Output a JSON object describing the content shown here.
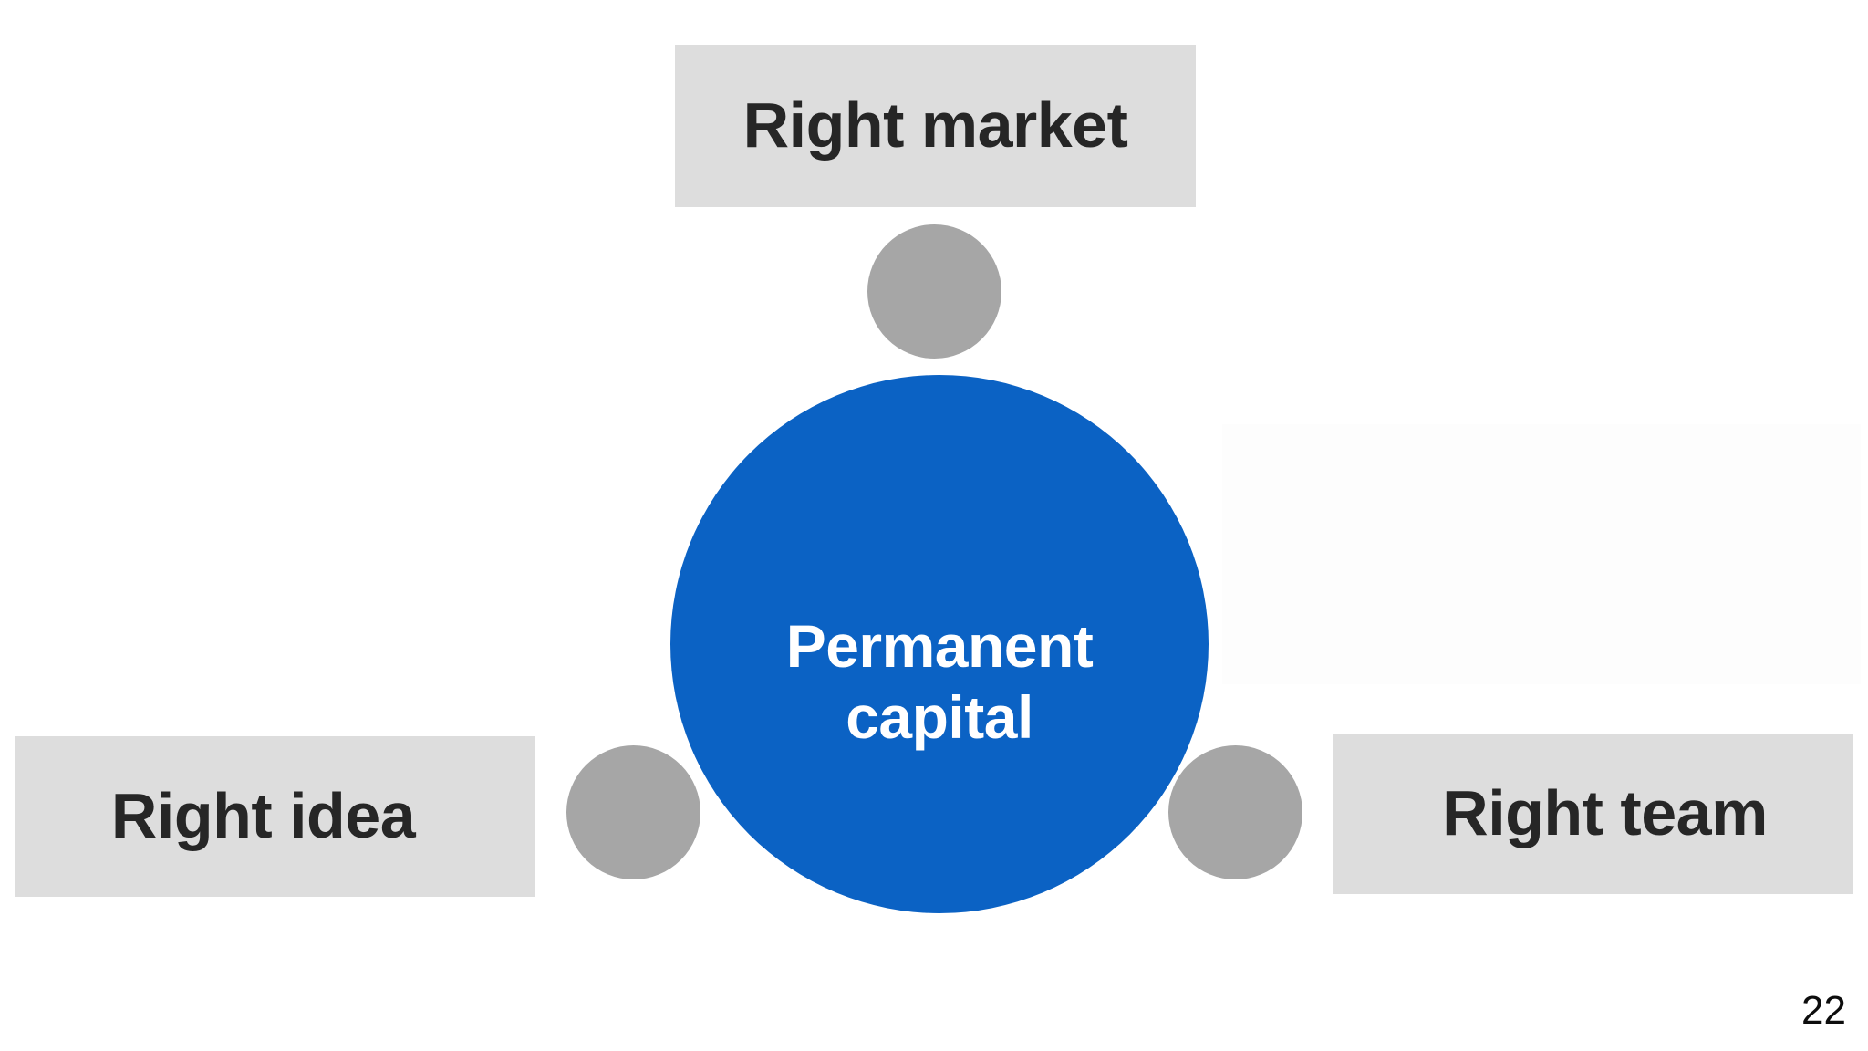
{
  "slide": {
    "page_number": "22",
    "background_color": "#FFFFFF"
  },
  "diagram": {
    "type": "hub-and-spoke",
    "center": {
      "label_line_1": "Permanent",
      "label_line_2": "capital",
      "shape": "circle",
      "fill_color": "#0B62C4",
      "text_color": "#FFFFFF"
    },
    "connector_dots": {
      "fill_color": "#A6A6A6",
      "top_name": "connector-dot-top",
      "left_name": "connector-dot-left",
      "right_name": "connector-dot-right"
    },
    "nodes": [
      {
        "id": "market",
        "label": "Right market",
        "position": "top",
        "box_color": "#DDDDDD",
        "text_color": "#262626"
      },
      {
        "id": "idea",
        "label": "Right idea",
        "position": "left",
        "box_color": "#DDDDDD",
        "text_color": "#262626"
      },
      {
        "id": "team",
        "label": "Right team",
        "position": "right",
        "box_color": "#DDDDDD",
        "text_color": "#262626"
      }
    ]
  }
}
